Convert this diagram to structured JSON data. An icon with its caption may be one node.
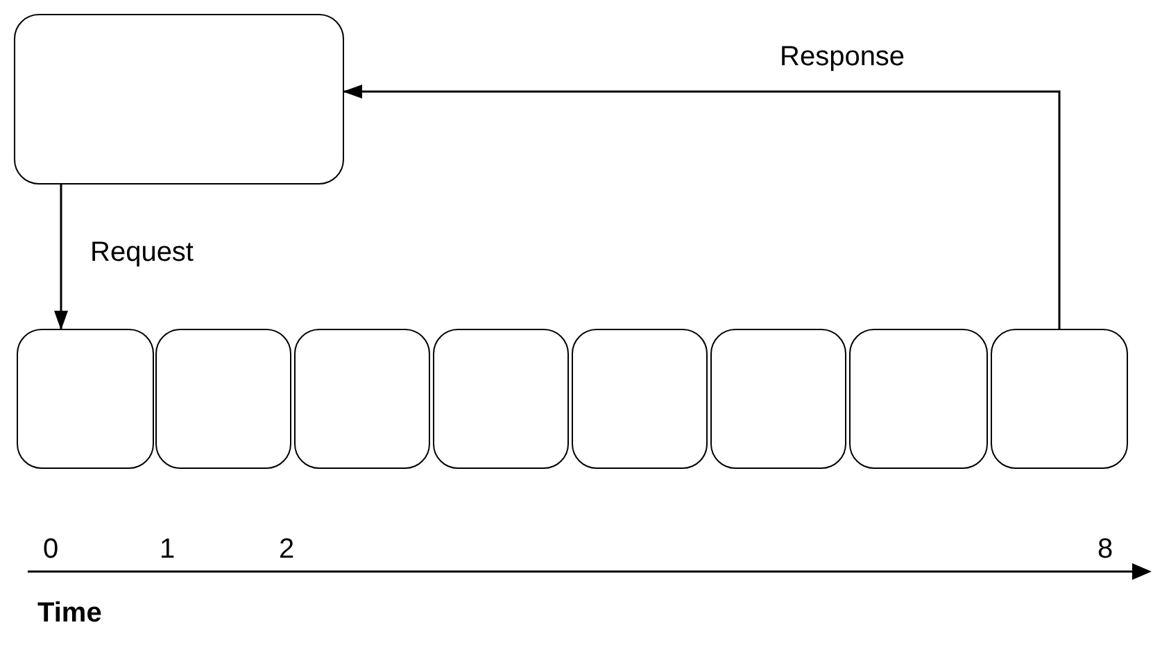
{
  "diagram": {
    "nodes": [
      {
        "text": [],
        "shape": "box"
      },
      {
        "text": [],
        "shape": "box"
      },
      {
        "text": [],
        "shape": "box"
      },
      {
        "text": [],
        "shape": "box"
      },
      {
        "text": [],
        "shape": "box"
      },
      {
        "text": [],
        "shape": "box"
      },
      {
        "text": [],
        "shape": "box"
      },
      {
        "text": [],
        "shape": "box"
      },
      {
        "text": [],
        "shape": "box"
      }
    ],
    "edges": [
      {
        "from": 0,
        "to": 1,
        "arrow": "to",
        "label": "Request"
      },
      {
        "from": 8,
        "to": 0,
        "arrow": "to",
        "label": "Response"
      }
    ],
    "labels": [
      "0",
      "1",
      "2",
      "8",
      "Time"
    ]
  }
}
